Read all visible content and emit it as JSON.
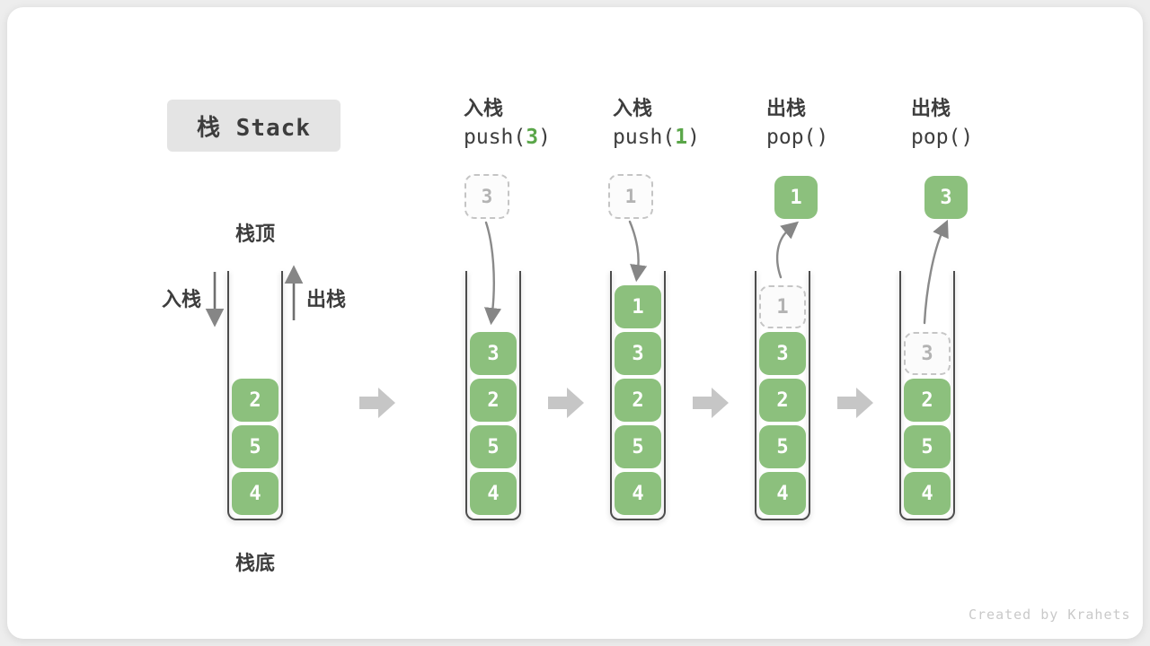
{
  "title": "栈 Stack",
  "watermark": "Created by Krahets",
  "colors": {
    "cell_green": "#8cc07d",
    "code_green": "#5aa649",
    "flow_arrow_gray": "#c6c6c6",
    "thin_arrow_gray": "#868686"
  },
  "legend": {
    "top_label": "栈顶",
    "bottom_label": "栈底",
    "push_label": "入栈",
    "pop_label": "出栈"
  },
  "initial_stack": {
    "items": [
      "2",
      "5",
      "4"
    ]
  },
  "steps": [
    {
      "op": "入栈",
      "code_pre": "push(",
      "code_arg": "3",
      "code_post": ")",
      "floating": "3",
      "floating_style": "dashed",
      "items": [
        "3",
        "2",
        "5",
        "4"
      ]
    },
    {
      "op": "入栈",
      "code_pre": "push(",
      "code_arg": "1",
      "code_post": ")",
      "floating": "1",
      "floating_style": "dashed",
      "items": [
        "1",
        "3",
        "2",
        "5",
        "4"
      ]
    },
    {
      "op": "出栈",
      "code_pre": "pop()",
      "code_arg": "",
      "code_post": "",
      "floating": "1",
      "floating_style": "solid",
      "ghost_item": "1",
      "items": [
        "3",
        "2",
        "5",
        "4"
      ]
    },
    {
      "op": "出栈",
      "code_pre": "pop()",
      "code_arg": "",
      "code_post": "",
      "floating": "3",
      "floating_style": "solid",
      "ghost_item": "3",
      "items": [
        "2",
        "5",
        "4"
      ]
    }
  ]
}
